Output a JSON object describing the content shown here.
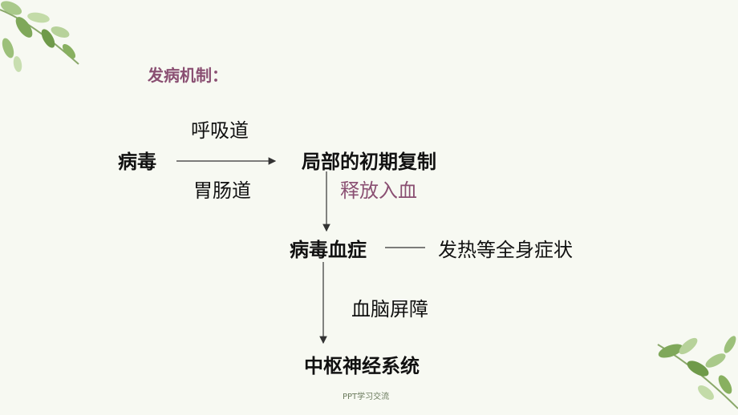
{
  "slide": {
    "title": "发病机制：",
    "virus": "病毒",
    "route_upper": "呼吸道",
    "route_lower": "胃肠道",
    "local_replication": "局部的初期复制",
    "release_into_blood": "释放入血",
    "viremia": "病毒血症",
    "symptoms": "发热等全身症状",
    "bbb": "血脑屏障",
    "cns": "中枢神经系统",
    "footer": "PPT学习交流"
  },
  "colors": {
    "accent": "#8a4f72",
    "text": "#111111",
    "background": "#f7f9f2",
    "leaf_dark": "#6f9a4a",
    "leaf_light": "#b7d29a"
  }
}
